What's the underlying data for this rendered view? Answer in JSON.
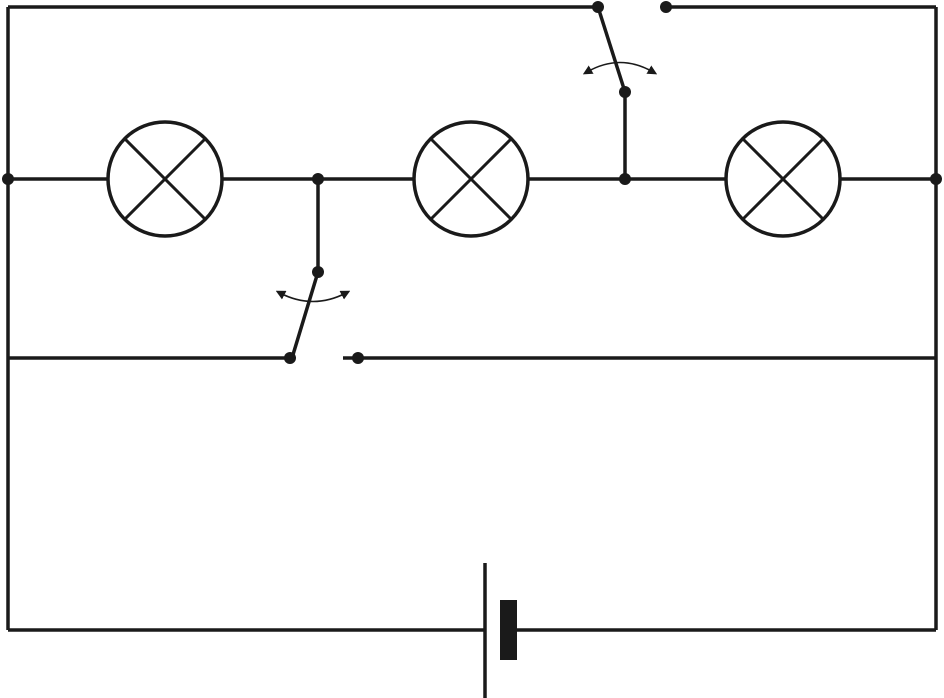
{
  "diagram": {
    "type": "circuit-schematic",
    "colors": {
      "background": "#ffffff",
      "wire": "#1a1a1a"
    },
    "components": {
      "lamps": [
        {
          "id": "lamp-1",
          "symbol": "lamp",
          "icon": "lamp-icon"
        },
        {
          "id": "lamp-2",
          "symbol": "lamp",
          "icon": "lamp-icon"
        },
        {
          "id": "lamp-3",
          "symbol": "lamp",
          "icon": "lamp-icon"
        }
      ],
      "switches": [
        {
          "id": "switch-1",
          "symbol": "single-pole-switch",
          "state": "open",
          "icon": "switch-icon"
        },
        {
          "id": "switch-2",
          "symbol": "single-pole-switch",
          "state": "open",
          "icon": "switch-icon"
        }
      ],
      "source": {
        "id": "battery",
        "symbol": "cell",
        "icon": "battery-icon"
      }
    }
  }
}
